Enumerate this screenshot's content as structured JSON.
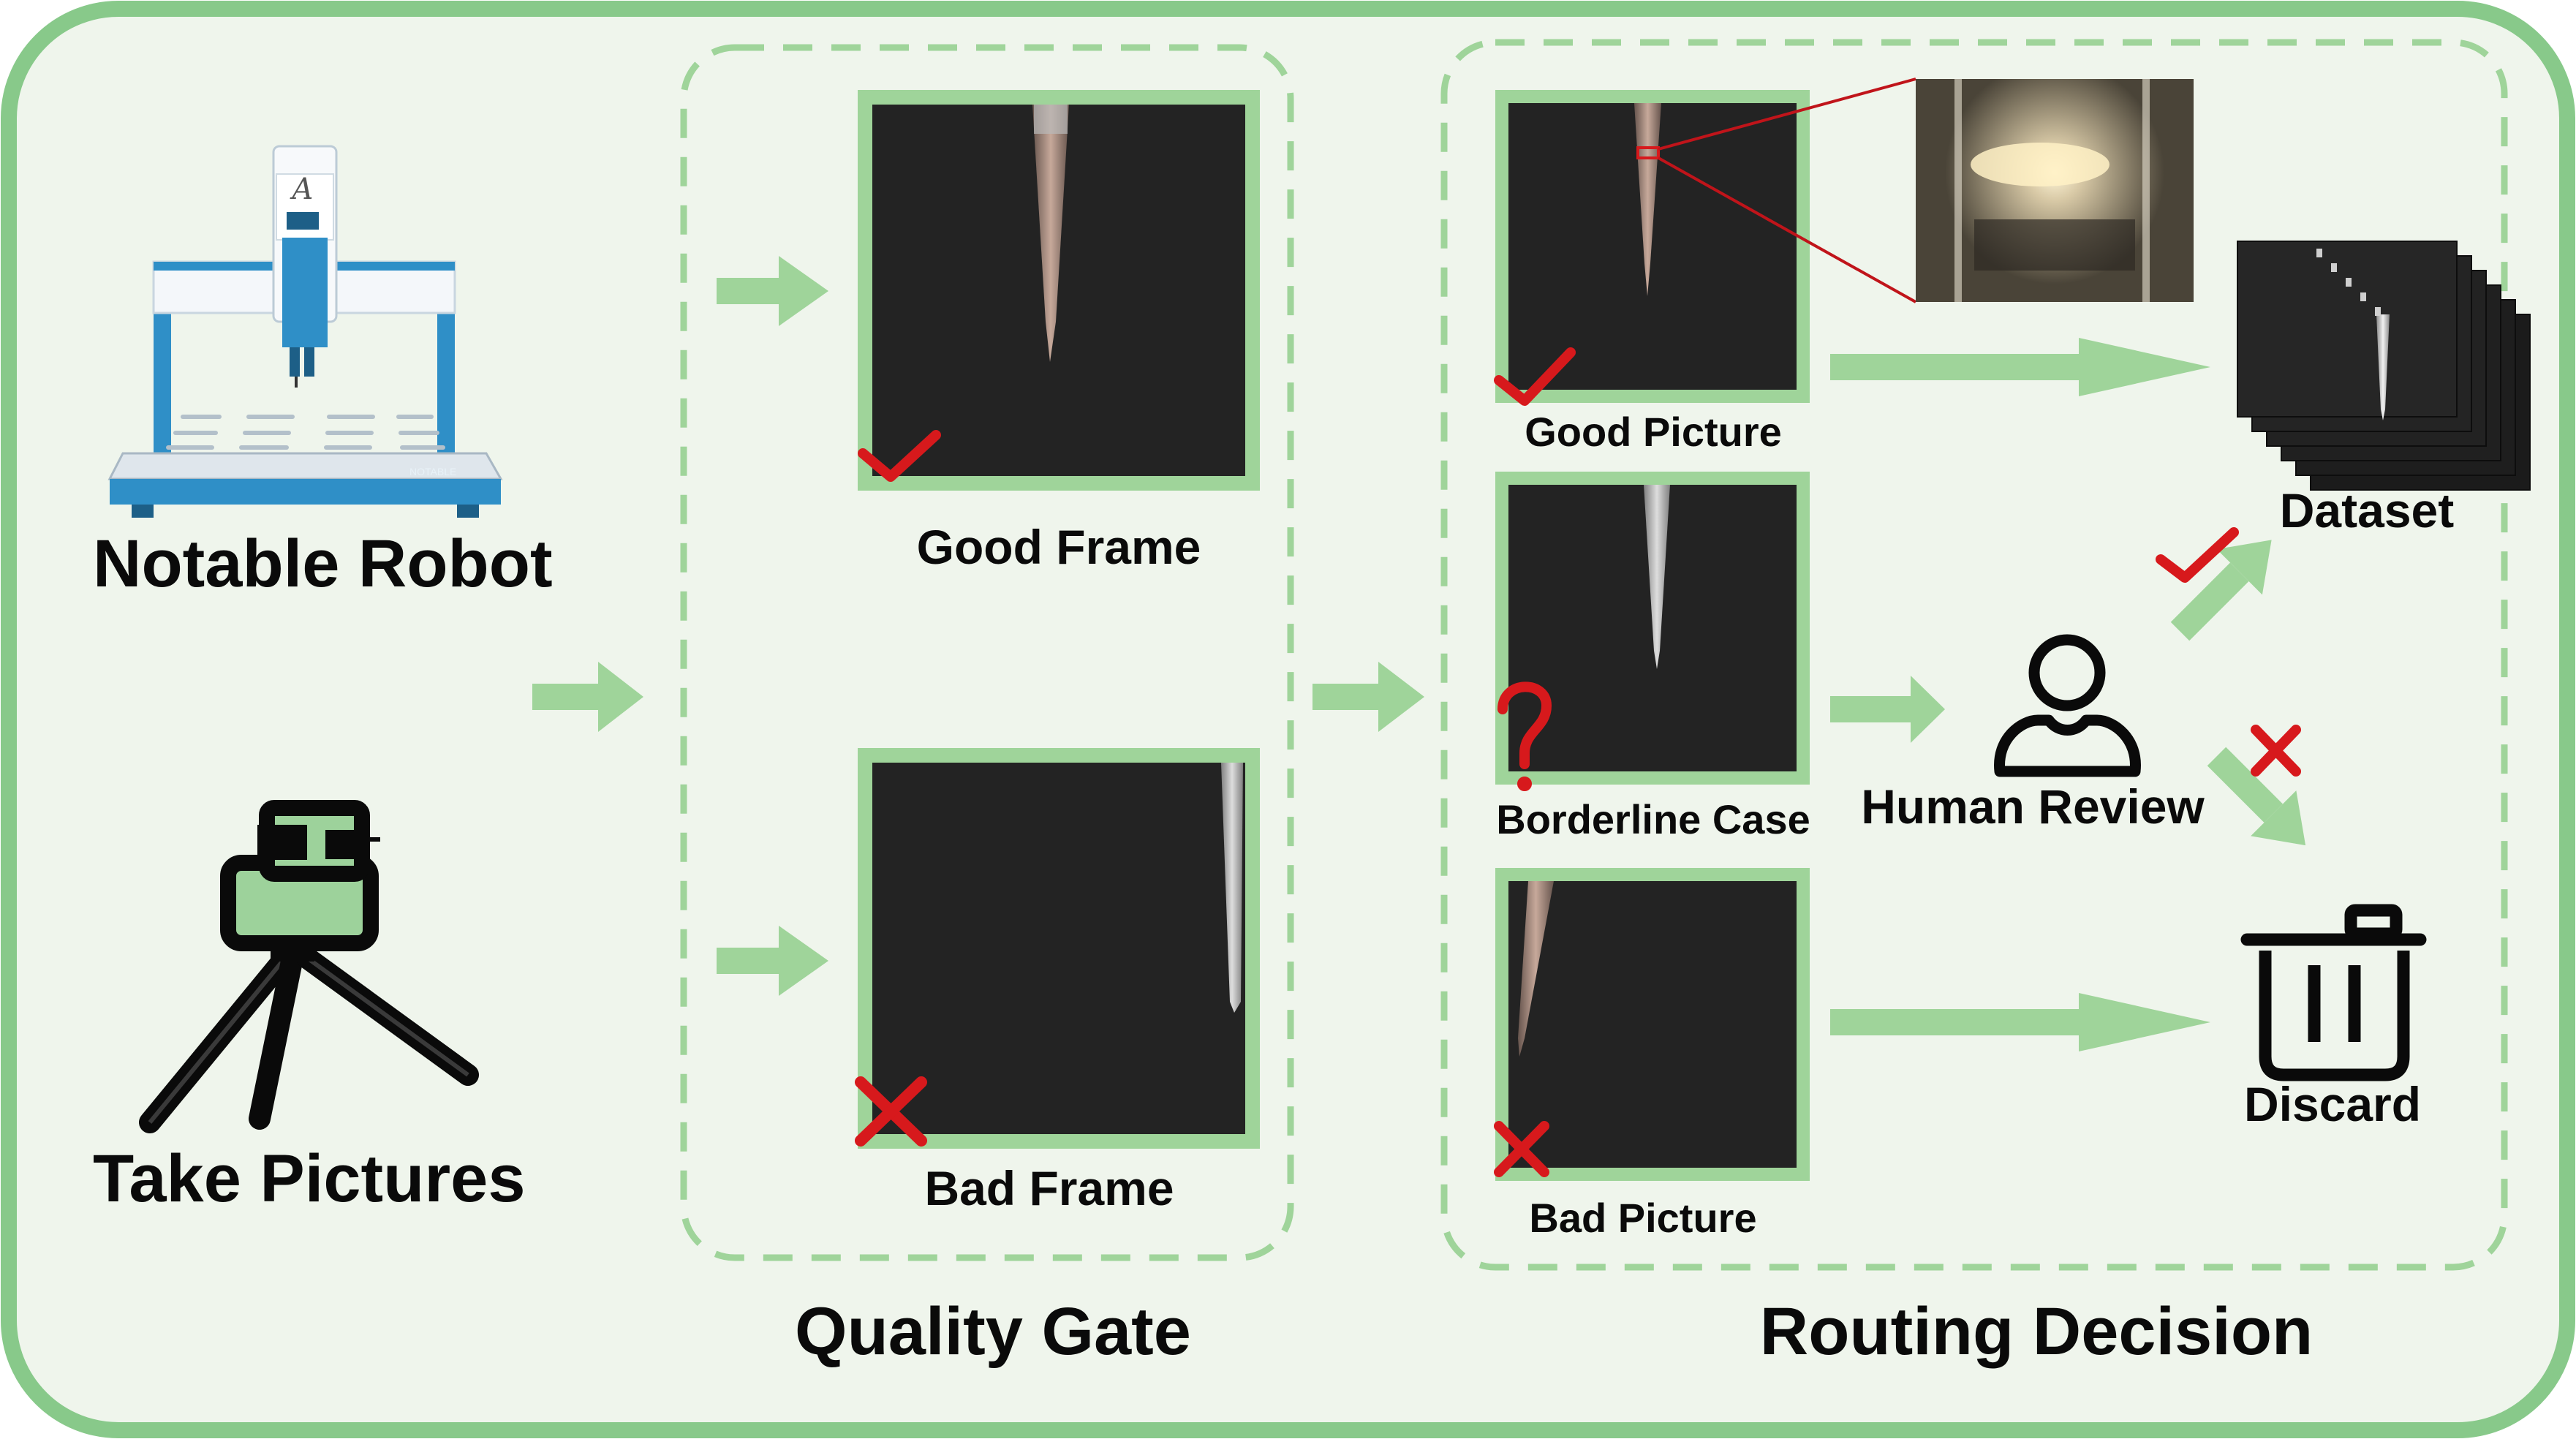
{
  "sources": {
    "robot_label": "Notable Robot",
    "camera_label": "Take Pictures",
    "robot_brand_mark": "NOTABLE"
  },
  "quality_gate": {
    "title": "Quality Gate",
    "frames": [
      {
        "label": "Good Frame",
        "verdict": "check"
      },
      {
        "label": "Bad Frame",
        "verdict": "cross"
      }
    ]
  },
  "routing_decision": {
    "title": "Routing Decision",
    "pictures": [
      {
        "label": "Good Picture",
        "verdict": "check"
      },
      {
        "label": "Borderline Case",
        "verdict": "question"
      },
      {
        "label": "Bad Picture",
        "verdict": "cross"
      }
    ],
    "human_review_label": "Human Review",
    "dataset_label": "Dataset",
    "discard_label": "Discard"
  },
  "colors": {
    "background": "#eff5ec",
    "border": "#88c98a",
    "arrow": "#9fd49a",
    "photo_frame": "#9fd49a",
    "photo_dark": "#232323",
    "mark_red": "#d7191c",
    "robot_blue": "#2f8fc7"
  }
}
